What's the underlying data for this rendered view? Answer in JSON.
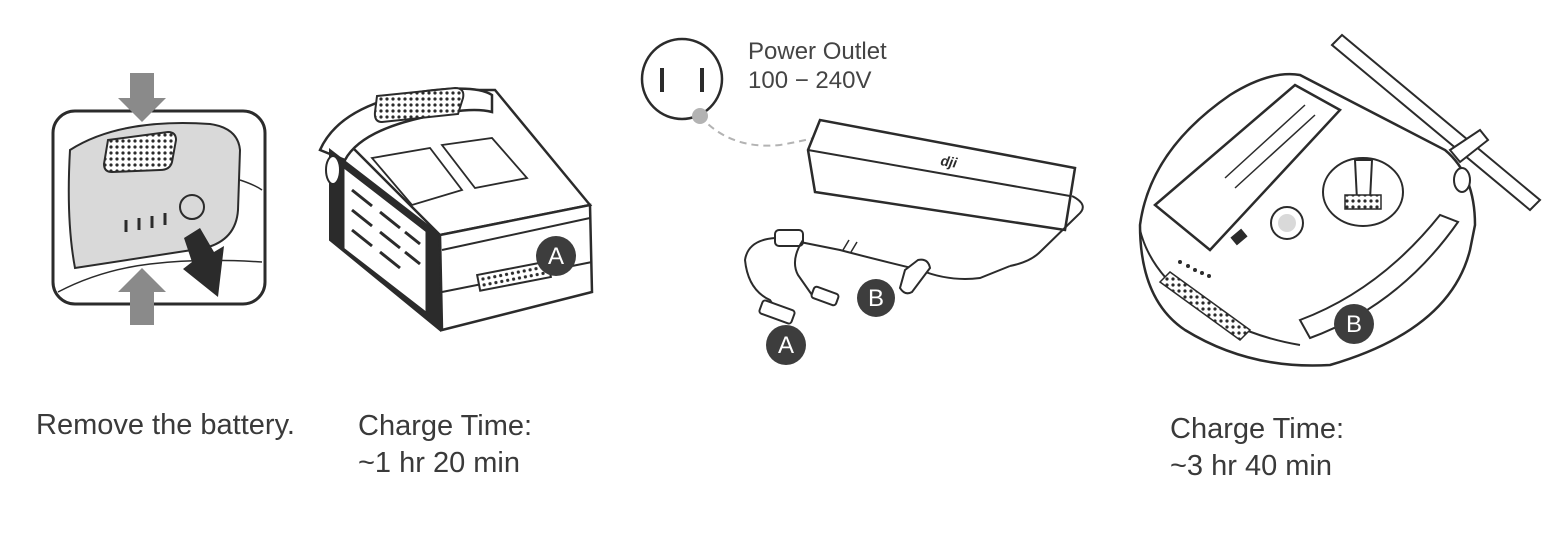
{
  "captions": {
    "remove_battery": "Remove the battery.",
    "battery_charge_label": "Charge Time:",
    "battery_charge_value": "~1 hr 20 min",
    "remote_charge_label": "Charge Time:",
    "remote_charge_value": "~3 hr 40 min"
  },
  "outlet": {
    "name": "Power Outlet",
    "voltage": "100 − 240V"
  },
  "charger": {
    "brand": "dji"
  },
  "callouts": {
    "battery_port": "A",
    "charger_port_a": "A",
    "charger_port_b": "B",
    "remote_port": "B"
  },
  "colors": {
    "line": "#2b2b2b",
    "badge": "#3d3d3d",
    "arrow": "#8a8a8a",
    "panel": "#d9d9d9",
    "dashed_cord": "#b3b3b3"
  }
}
